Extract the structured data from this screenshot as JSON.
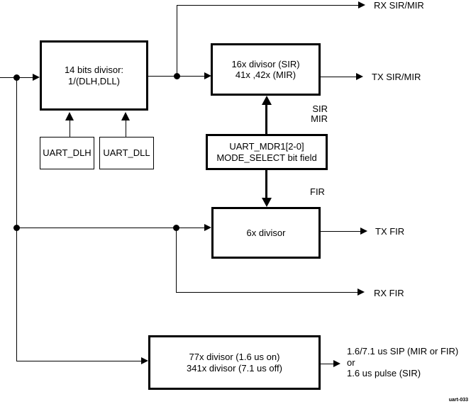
{
  "boxes": {
    "divisor14": {
      "line1": "14 bits divisor:",
      "line2": "1/(DLH,DLL)"
    },
    "uart_dlh": {
      "label": "UART_DLH"
    },
    "uart_dll": {
      "label": "UART_DLL"
    },
    "divisor16": {
      "line1": "16x divisor (SIR)",
      "line2": "41x ,42x (MIR)"
    },
    "mdr1": {
      "line1": "UART_MDR1[2-0]",
      "line2": "MODE_SELECT bit field"
    },
    "divisor6": {
      "label": "6x divisor"
    },
    "divisor77": {
      "line1": "77x divisor (1.6 us on)",
      "line2": "341x divisor (7.1 us off)"
    }
  },
  "labels": {
    "rx_sir_mir": "RX SIR/MIR",
    "tx_sir_mir": "TX SIR/MIR",
    "sir": "SIR",
    "mir": "MIR",
    "fir": "FIR",
    "tx_fir": "TX FIR",
    "rx_fir": "RX FIR",
    "pulse_line1": "1.6/7.1 us SIP (MIR or FIR)",
    "pulse_line2": "or",
    "pulse_line3": "1.6 us pulse (SIR)"
  },
  "watermark": "uart-033",
  "colors": {
    "line": "#000000",
    "background": "#ffffff",
    "text": "#000000"
  }
}
